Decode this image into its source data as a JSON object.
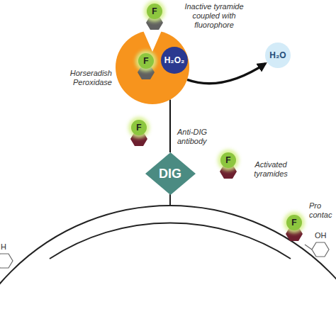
{
  "diagram": {
    "nodes": [
      {
        "text": [
          "F"
        ]
      },
      {
        "text": [
          "Horseradish Peroxidase"
        ]
      },
      {
        "text": [
          "F"
        ],
        "in": 1
      },
      {
        "text": [
          "H₂O₂"
        ],
        "in": 1
      },
      {
        "text": [
          "H₂O"
        ]
      },
      {
        "text": [
          "F"
        ]
      },
      {
        "text": [
          "DIG"
        ]
      },
      {
        "text": [
          "F"
        ]
      },
      {
        "text": [
          "F"
        ]
      }
    ],
    "edges": [
      {
        "from": 1,
        "to": 4,
        "arrow": "to"
      },
      {
        "from": 1,
        "to": 6,
        "arrow": "none"
      }
    ],
    "labels": [
      "Inactive tyramide coupled with fluorophore",
      "Anti-DIG antibody",
      "Activated tyramides",
      "Pro contac",
      "OH",
      "H"
    ]
  }
}
